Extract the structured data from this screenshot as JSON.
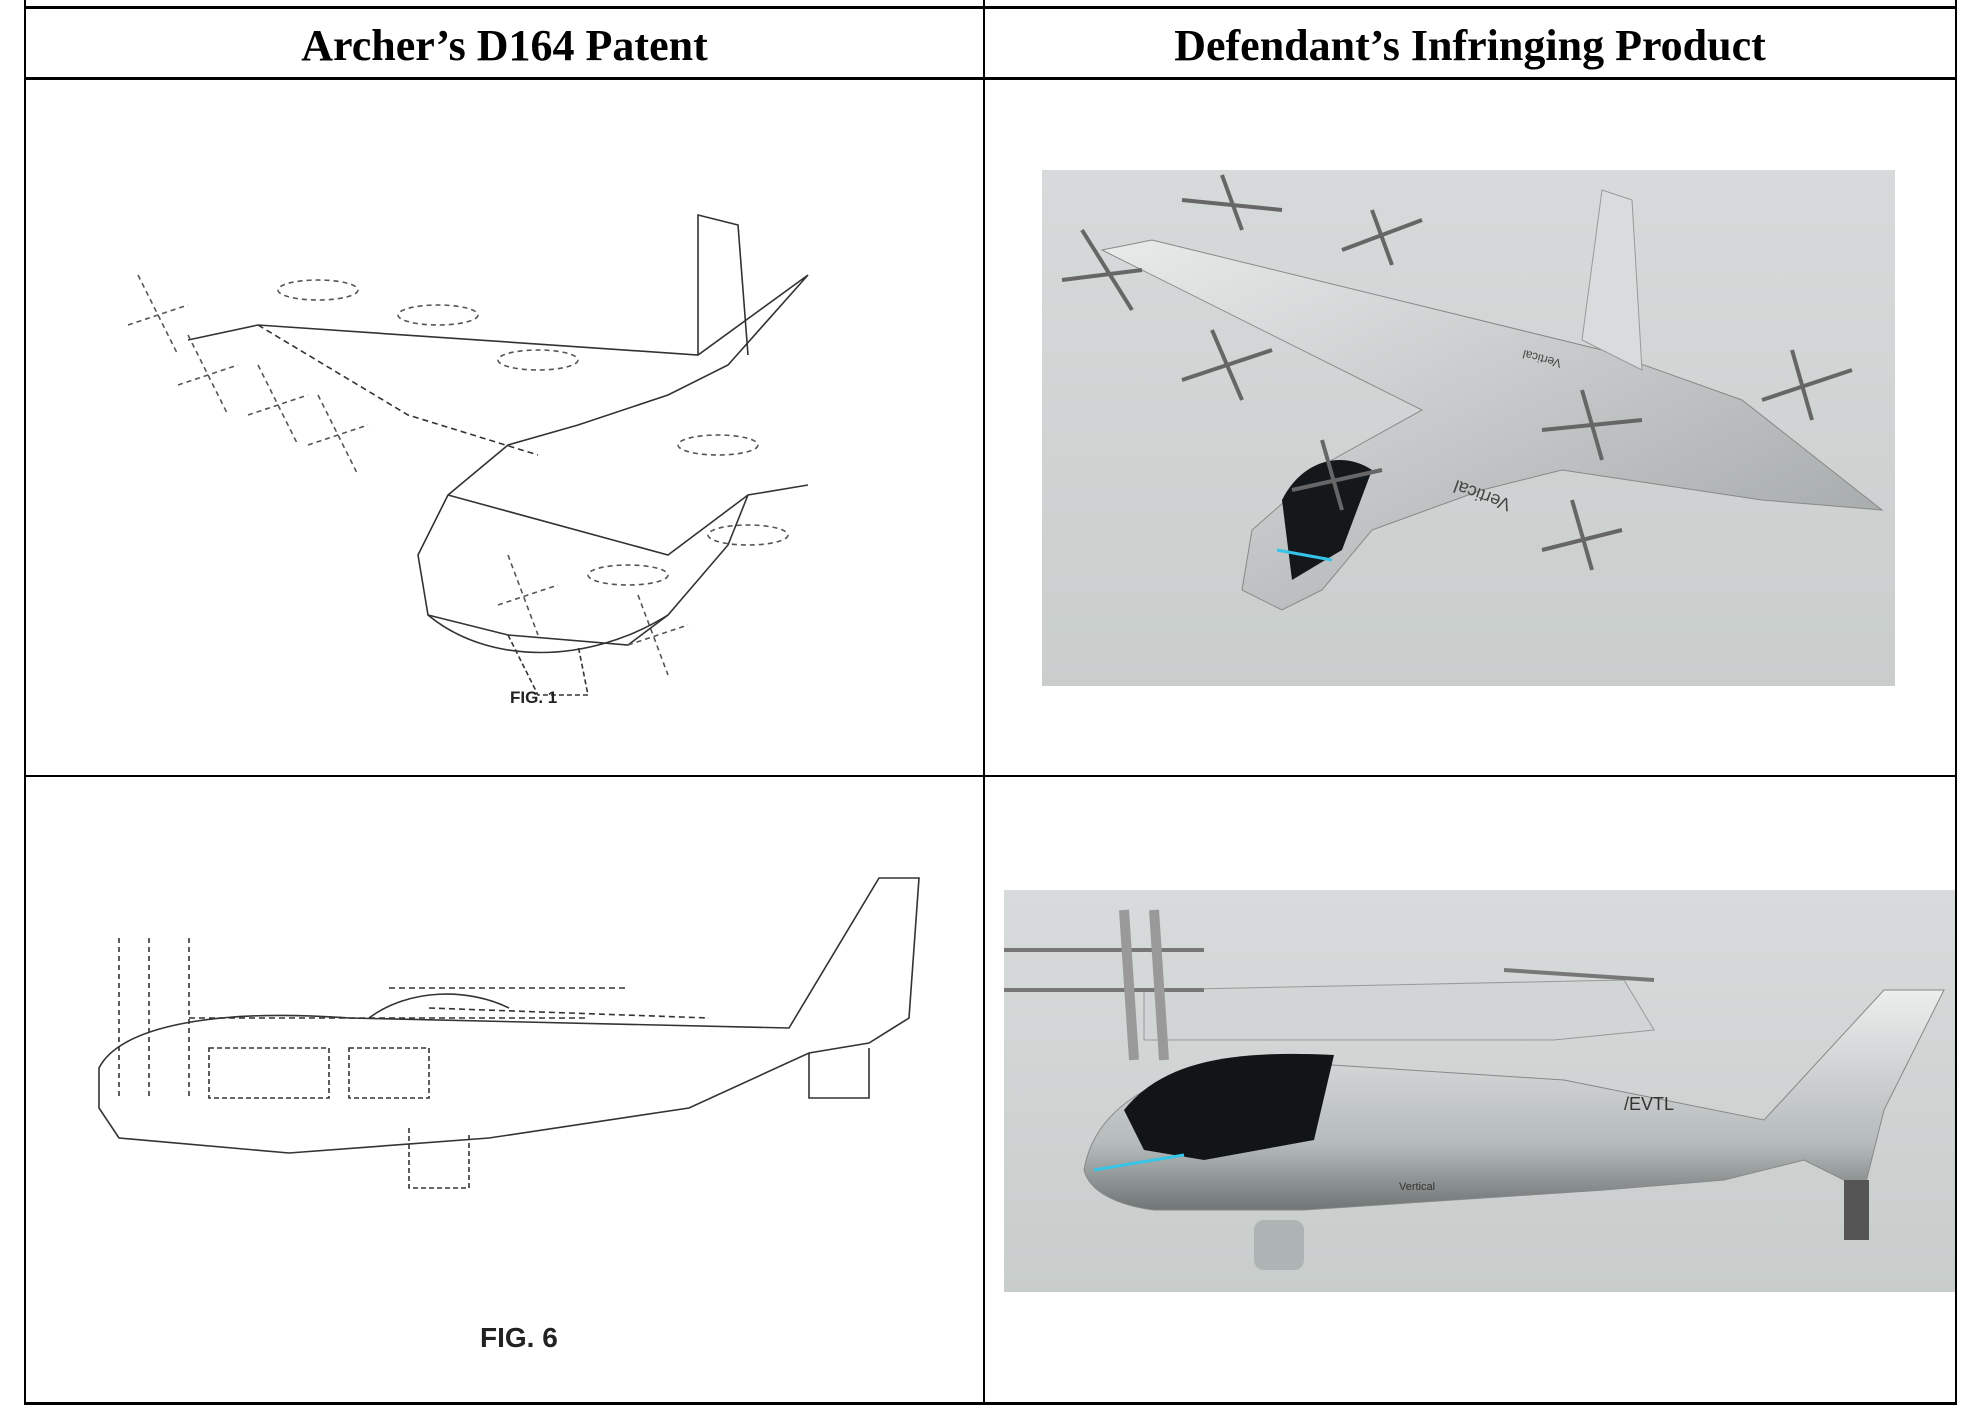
{
  "table": {
    "headers": [
      "Archer’s D164 Patent",
      "Defendant’s Infringing Product"
    ],
    "rows": [
      {
        "patent_figure_label": "FIG. 1",
        "product_markings": [
          "Vertical",
          "Vertical"
        ]
      },
      {
        "patent_figure_label": "FIG. 6",
        "product_markings": [
          "/EVTL",
          "Vertical"
        ]
      }
    ]
  }
}
